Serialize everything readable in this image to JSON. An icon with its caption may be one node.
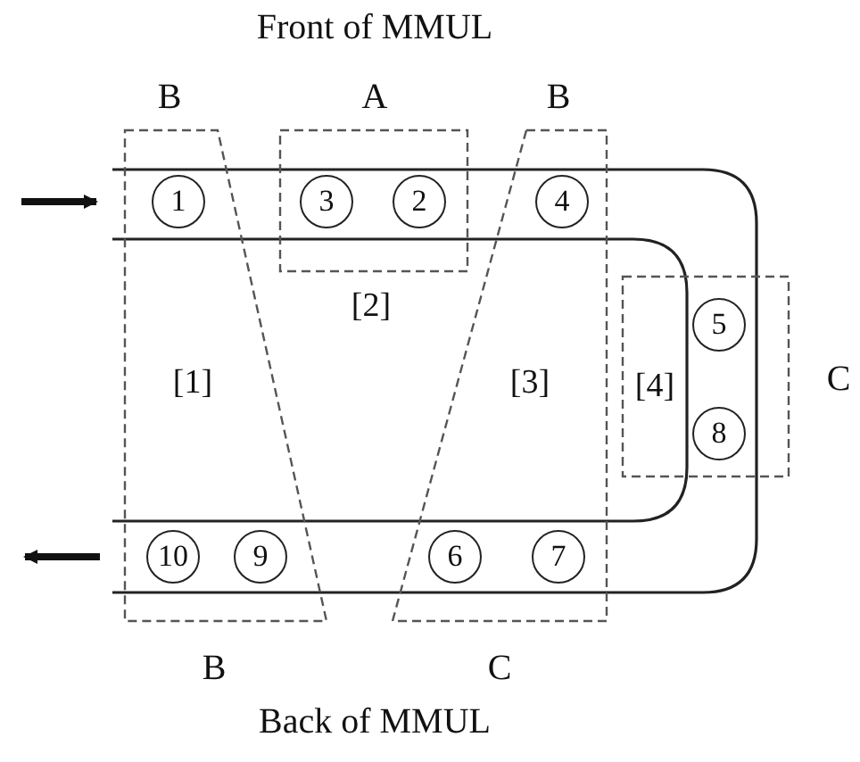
{
  "diagram": {
    "title": "Front of MMUL",
    "caption": "Back of MMUL",
    "nodes": [
      {
        "text": [
          "[1]"
        ]
      },
      {
        "text": [
          "1"
        ],
        "in": 0
      },
      {
        "text": [
          "[2]"
        ]
      },
      {
        "text": [
          "3"
        ],
        "in": 2
      },
      {
        "text": [
          "2"
        ],
        "in": 2
      },
      {
        "text": [
          "[3]"
        ]
      },
      {
        "text": [
          "4"
        ],
        "in": 5
      },
      {
        "text": [
          "[4]"
        ]
      },
      {
        "text": [
          "5"
        ],
        "in": 7
      },
      {
        "text": [
          "8"
        ],
        "in": 7
      },
      {
        "text": [
          "10"
        ],
        "in": 0
      },
      {
        "text": [
          "9"
        ],
        "in": 0
      },
      {
        "text": [
          "6"
        ],
        "in": 5
      },
      {
        "text": [
          "7"
        ],
        "in": 5
      }
    ],
    "labels": [
      "B",
      "A",
      "B",
      "C",
      "B",
      "C"
    ]
  }
}
